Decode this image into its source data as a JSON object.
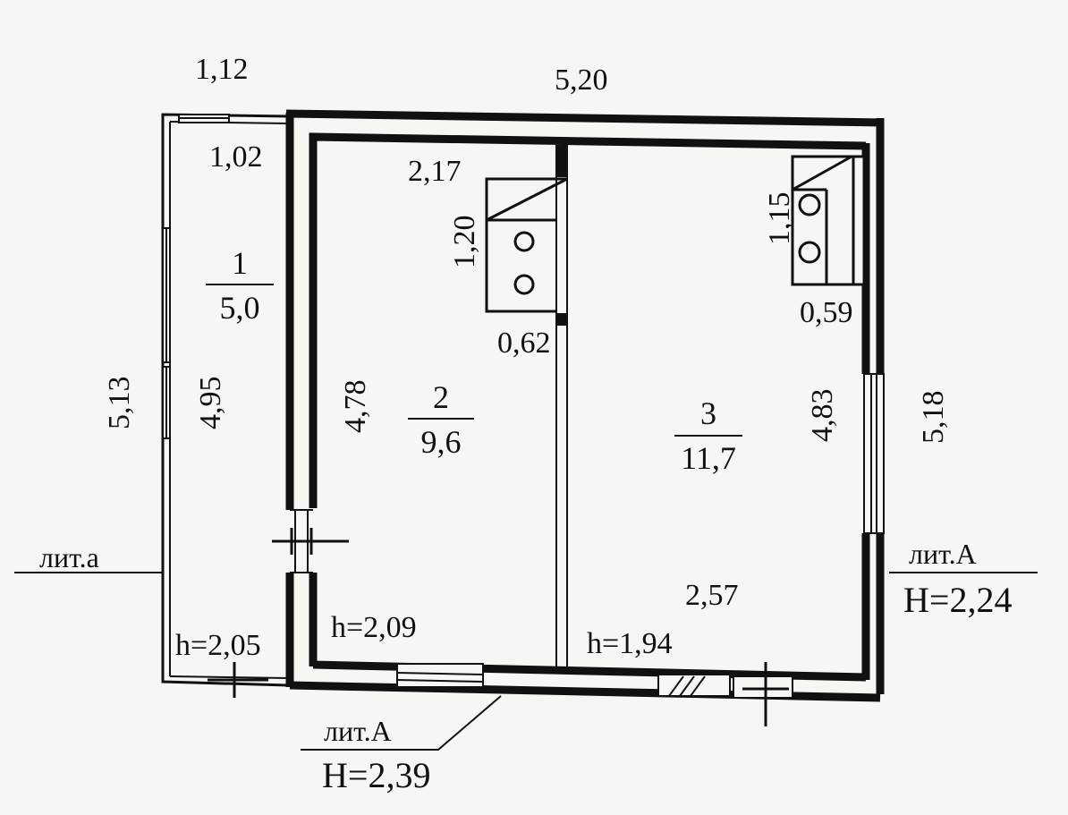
{
  "dimensions": {
    "ext_left_width": "1,12",
    "ext_main_width": "5,20",
    "int_room1_width": "1,02",
    "ext_left_height": "5,13",
    "int_room1_height": "4,95",
    "int_room2_height": "4,78",
    "int_room3_height": "4,83",
    "ext_right_height": "5,18",
    "room2_stove_top": "2,17",
    "room2_stove_length": "1,20",
    "room2_stove_width": "0,62",
    "room3_stove_length": "1,15",
    "room3_stove_width": "0,59",
    "room3_bottom_width": "2,57"
  },
  "rooms": [
    {
      "number": "1",
      "area": "5,0",
      "height": "h=2,05"
    },
    {
      "number": "2",
      "area": "9,6",
      "height": "h=2,09"
    },
    {
      "number": "3",
      "area": "11,7",
      "height": "h=1,94"
    }
  ],
  "labels": {
    "lit_a_small": "лит.а",
    "lit_A_right": "лит.А",
    "H_right": "H=2,24",
    "lit_A_bottom": "лит.А",
    "H_bottom": "H=2,39"
  }
}
